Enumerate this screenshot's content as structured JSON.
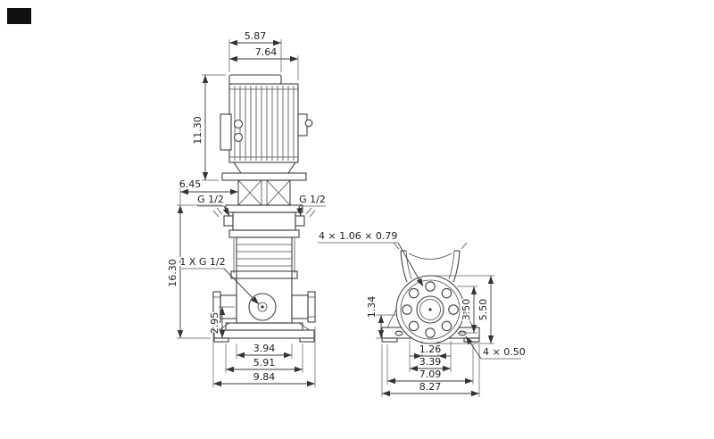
{
  "colors": {
    "background": "#ffffff",
    "line": "#3f3f3f",
    "text": "#1c1c1c",
    "logo_block": "#101010"
  },
  "side_view": {
    "dim_top_width": "5.87",
    "dim_motor_width": "7.64",
    "dim_motor_height": "11.30",
    "dim_head_depth": "6.45",
    "dim_pump_height": "16.30",
    "port_left": "G 1/2",
    "port_right": "G 1/2",
    "drain_port": "1 X G 1/2",
    "dim_port_center_height": "2.95",
    "dim_chamber_width": "3.94",
    "dim_base_width": "5.91",
    "dim_overall_width": "9.84"
  },
  "end_view": {
    "flange_holes": "4 × 1.06 × 0.79",
    "dim_left_height": "1.34",
    "dim_bolt_circle": "3.50",
    "dim_flange_diameter": "5.50",
    "dim_port_bore": "1.26",
    "dim_hub_width": "3.39",
    "dim_base_width": "7.09",
    "dim_overall_width": "8.27",
    "base_holes": "4 × 0.50"
  }
}
